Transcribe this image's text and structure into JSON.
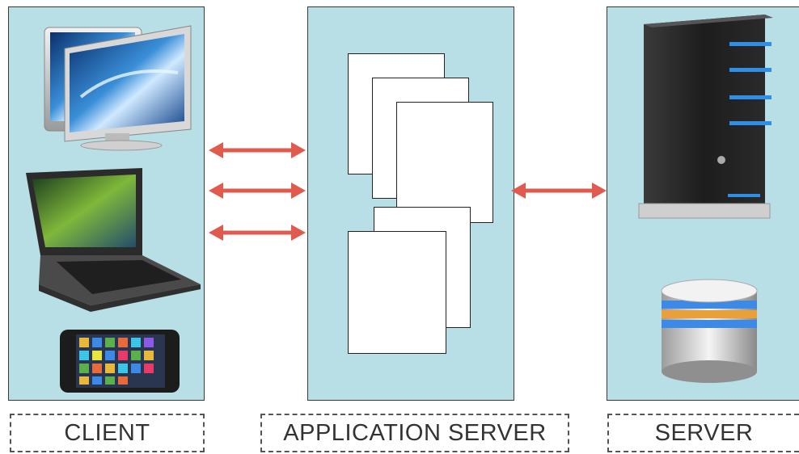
{
  "labels": {
    "client": "CLIENT",
    "application_server": "APPLICATION SERVER",
    "server": "SERVER"
  },
  "icons": {
    "client": [
      "desktop-monitor-icon",
      "laptop-icon",
      "smartphone-icon"
    ],
    "server": [
      "server-tower-icon",
      "database-icon"
    ]
  },
  "colors": {
    "panel": "#b9dfe6",
    "arrow": "#e05a4e",
    "border": "#3a3a3a"
  }
}
